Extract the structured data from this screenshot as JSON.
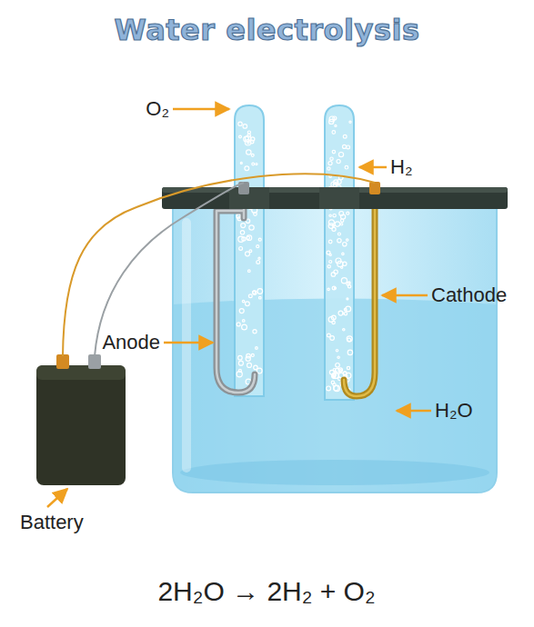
{
  "diagram": {
    "title": "Water electrolysis",
    "labels": [
      "O₂",
      "H₂",
      "Cathode",
      "Anode",
      "H₂O",
      "Battery",
      "2H₂O → 2H₂ + O₂"
    ]
  }
}
